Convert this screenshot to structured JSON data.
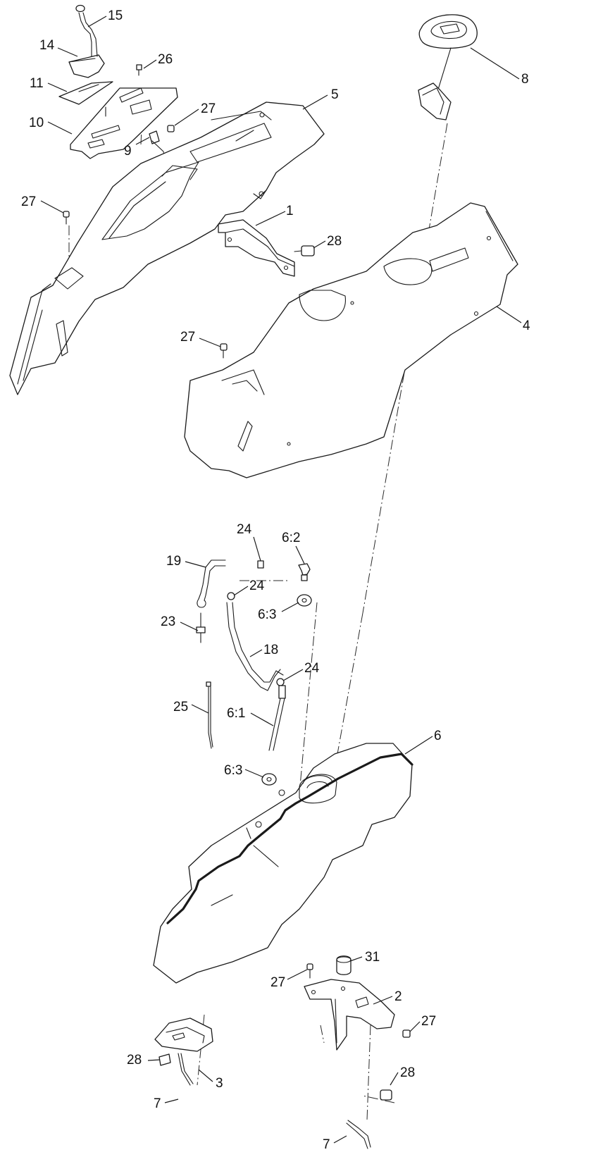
{
  "callouts": {
    "c15": "15",
    "c14": "14",
    "c26": "26",
    "c11": "11",
    "c10": "10",
    "c27a": "27",
    "c9": "9",
    "c5": "5",
    "c8": "8",
    "c27b": "27",
    "c1": "1",
    "c28a": "28",
    "c27c": "27",
    "c4": "4",
    "c24a": "24",
    "c6_2": "6:2",
    "c19": "19",
    "c24b": "24",
    "c6_3a": "6:3",
    "c23": "23",
    "c18": "18",
    "c24c": "24",
    "c25": "25",
    "c6_1": "6:1",
    "c6": "6",
    "c6_3b": "6:3",
    "c31": "31",
    "c27d": "27",
    "c2": "2",
    "c27e": "27",
    "c28b": "28",
    "c3": "3",
    "c28c": "28",
    "c7a": "7",
    "c7b": "7"
  }
}
